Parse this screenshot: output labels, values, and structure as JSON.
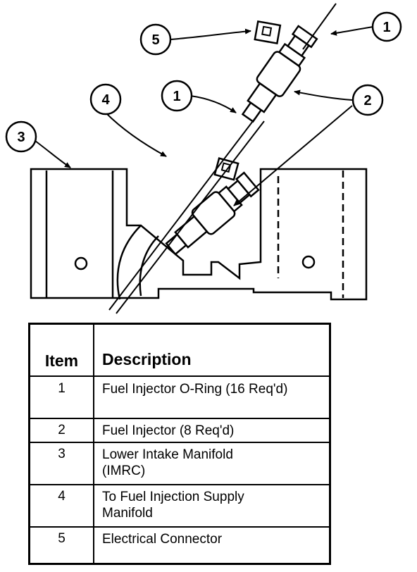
{
  "callouts": [
    "1",
    "2",
    "3",
    "4",
    "5",
    "1"
  ],
  "legend": {
    "header": {
      "item": "Item",
      "description": "Description"
    },
    "rows": [
      {
        "item": "1",
        "description": "Fuel Injector O-Ring (16 Req'd)"
      },
      {
        "item": "2",
        "description": "Fuel Injector (8 Req'd)"
      },
      {
        "item": "3",
        "description": "Lower Intake Manifold (IMRC)"
      },
      {
        "item": "4",
        "description": "To Fuel Injection Supply Manifold"
      },
      {
        "item": "5",
        "description": "Electrical Connector"
      }
    ]
  }
}
